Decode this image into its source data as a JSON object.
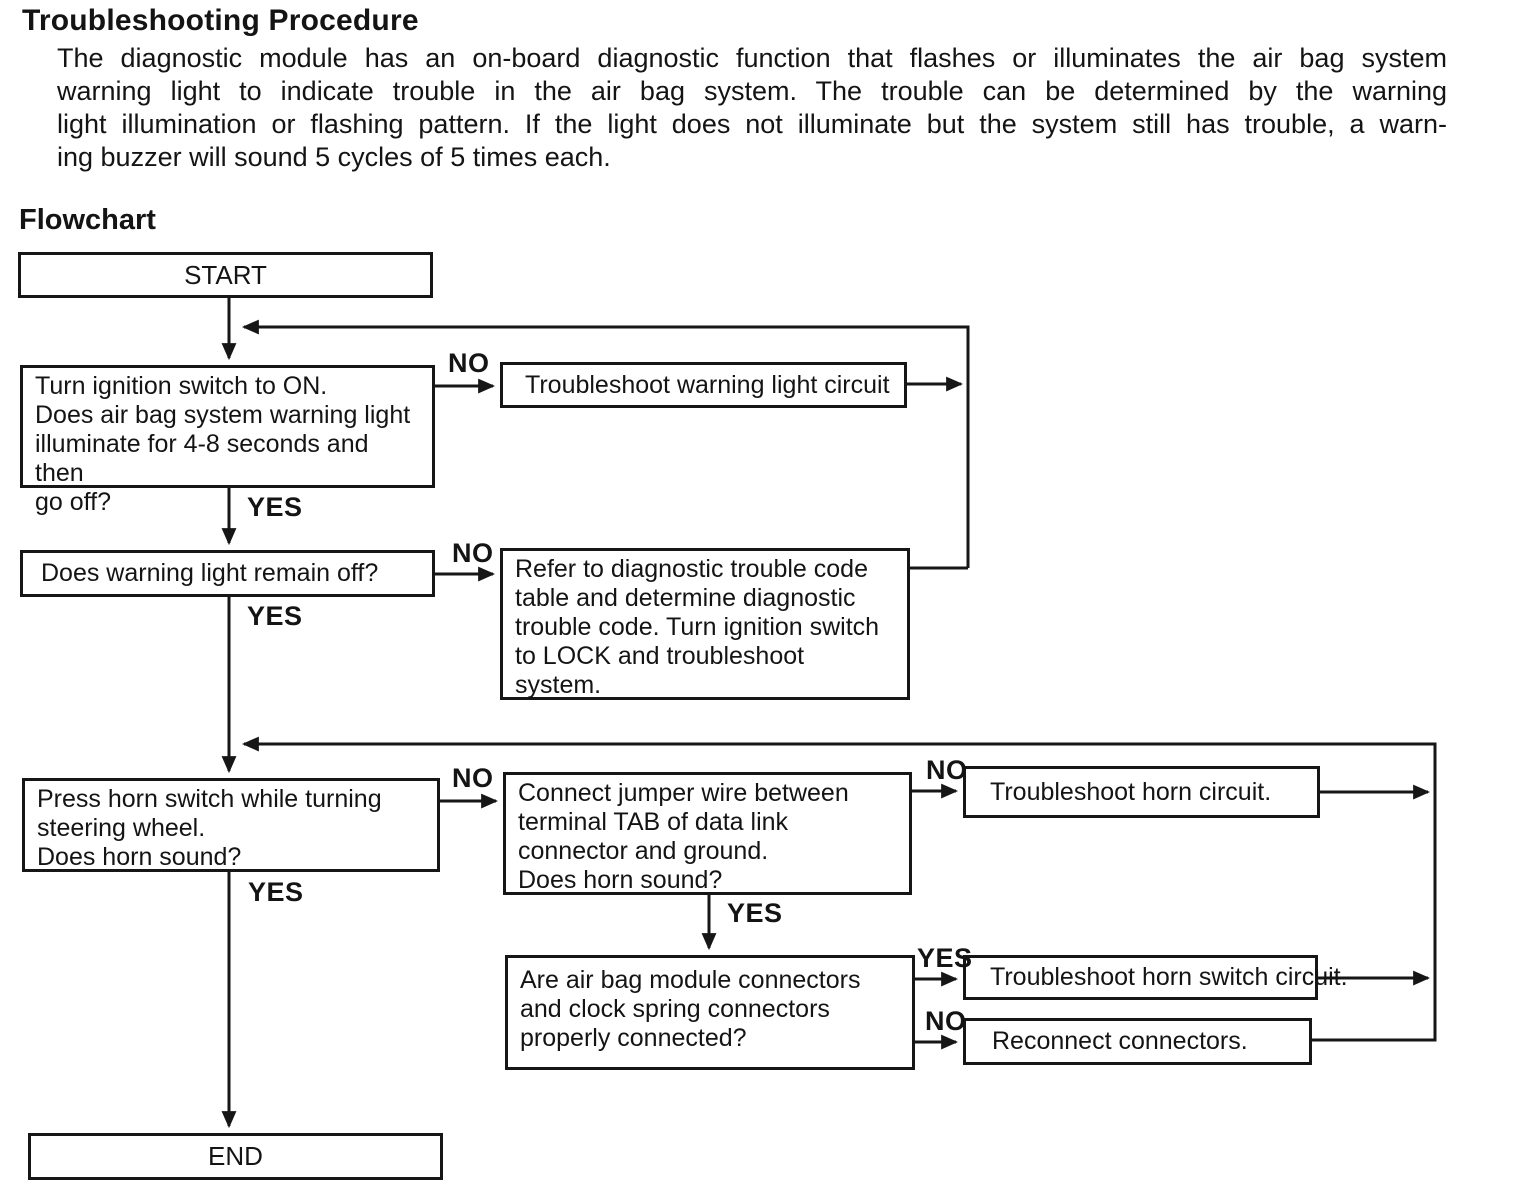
{
  "header": {
    "title": "Troubleshooting Procedure",
    "paragraph_lines": [
      "The diagnostic module has an on-board diagnostic function that flashes or illuminates the air bag system",
      "warning light to indicate trouble in the air bag system. The trouble can be determined by the warning",
      "light illumination or flashing pattern. If the light does not illuminate but the system still has trouble, a warn-",
      "ing buzzer will sound 5 cycles of 5 times each."
    ],
    "flowchart_heading": "Flowchart"
  },
  "flowchart": {
    "nodes": {
      "start": {
        "text": "START"
      },
      "ignition_check": {
        "text": "Turn ignition switch to ON.\nDoes air bag system warning light\nilluminate for 4-8 seconds and then\ngo off?"
      },
      "troubleshoot_warning_light": {
        "text": "Troubleshoot warning light circuit"
      },
      "warning_light_remain_off": {
        "text": "Does warning light remain off?"
      },
      "refer_dtc": {
        "text": "Refer to diagnostic trouble code\ntable and determine diagnostic\ntrouble code. Turn ignition switch\nto LOCK and troubleshoot\nsystem."
      },
      "press_horn": {
        "text": "Press horn switch while turning\nsteering wheel.\nDoes horn sound?"
      },
      "jumper_wire": {
        "text": "Connect jumper wire between\nterminal TAB of data link\nconnector and ground.\nDoes horn sound?"
      },
      "troubleshoot_horn_circuit": {
        "text": "Troubleshoot horn circuit."
      },
      "airbag_connectors": {
        "text": "Are air bag module connectors\nand clock spring connectors\nproperly connected?"
      },
      "troubleshoot_horn_switch": {
        "text": "Troubleshoot horn switch circuit."
      },
      "reconnect_connectors": {
        "text": "Reconnect connectors."
      },
      "end": {
        "text": "END"
      }
    },
    "edge_labels": [
      {
        "id": "no-ignition",
        "text": "NO"
      },
      {
        "id": "yes-ignition",
        "text": "YES"
      },
      {
        "id": "no-warning-off",
        "text": "NO"
      },
      {
        "id": "yes-warning-off",
        "text": "YES"
      },
      {
        "id": "no-press-horn",
        "text": "NO"
      },
      {
        "id": "yes-press-horn",
        "text": "YES"
      },
      {
        "id": "no-jumper",
        "text": "NO"
      },
      {
        "id": "yes-jumper",
        "text": "YES"
      },
      {
        "id": "yes-connectors",
        "text": "YES"
      },
      {
        "id": "no-connectors",
        "text": "NO"
      }
    ]
  }
}
